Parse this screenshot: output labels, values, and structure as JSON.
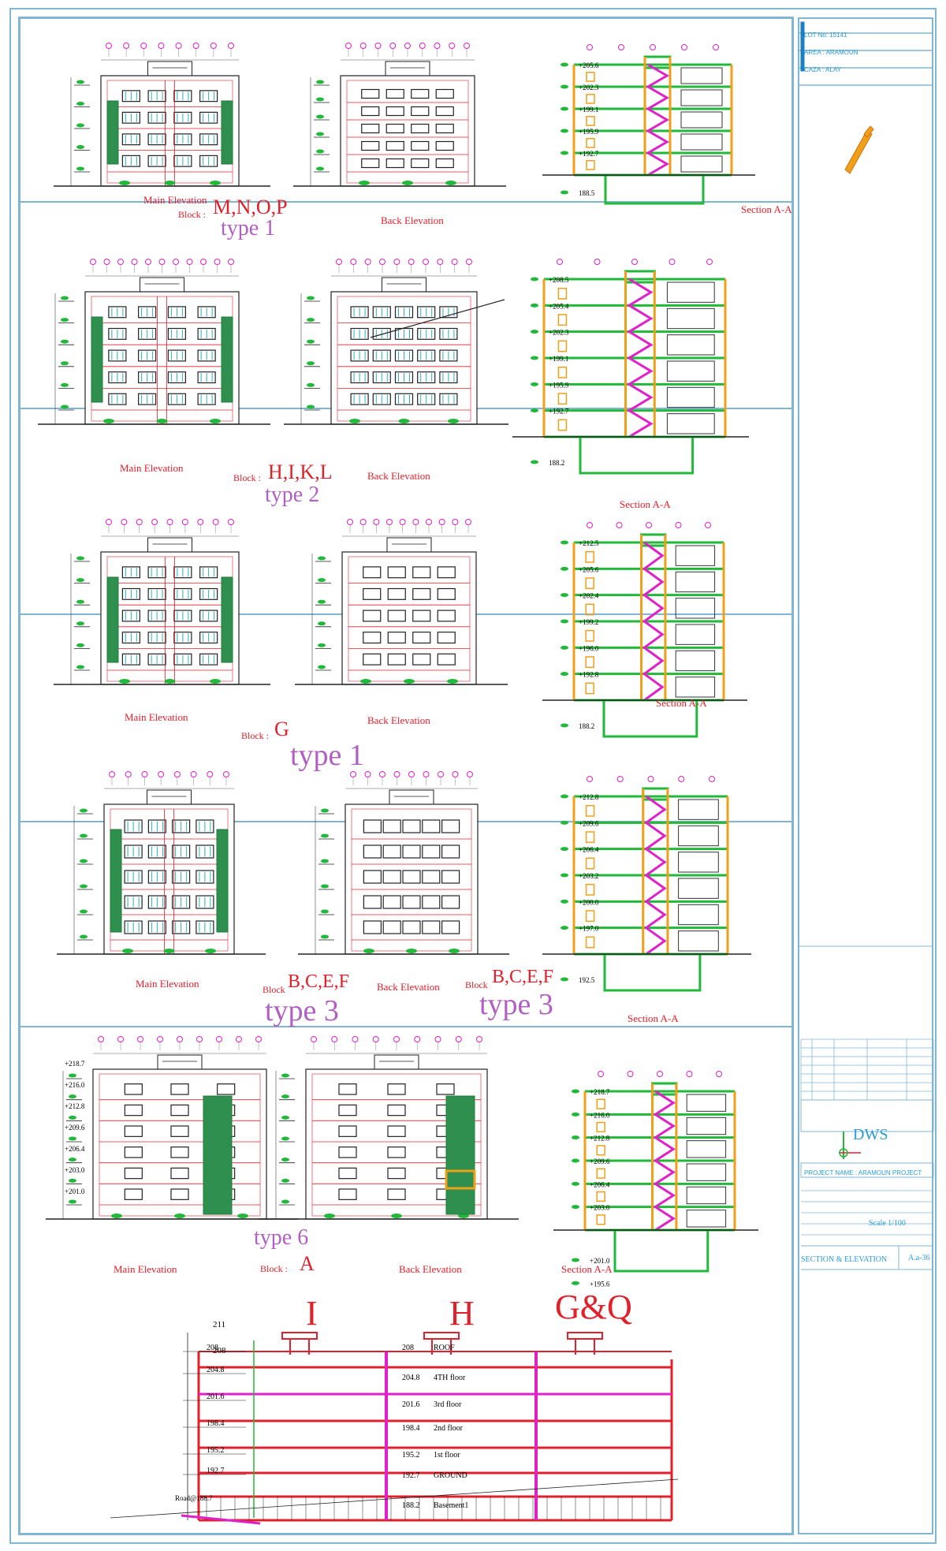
{
  "title_block": {
    "lot": "LOT No: 15141",
    "area": "AREA : ARAMOUN",
    "caza": "CAZA : ALAY",
    "logo": "DWS",
    "project_name": "PROJECT NAME : ARAMOUN PROJECT",
    "scale": "Scale 1/100",
    "drawing_title": "SECTION & ELEVATION",
    "drawing_number": "A.a-36"
  },
  "panels": [
    {
      "main_caption": "Main Elevation",
      "block_word": "Block :",
      "block_name": "M,N,O,P",
      "type_label": "type 1",
      "back_caption": "Back Elevation",
      "section_caption": "Section A-A",
      "levels": [
        "+205.6",
        "+202.3",
        "+199.1",
        "+195.9",
        "+192.7",
        "188.5"
      ]
    },
    {
      "main_caption": "Main Elevation",
      "block_word": "Block :",
      "block_name": "H,I,K,L",
      "type_label": "type 2",
      "back_caption": "Back Elevation",
      "section_caption": "Section A-A",
      "levels": [
        "+208.5",
        "+205.4",
        "+202.3",
        "+199.1",
        "+195.9",
        "+192.7",
        "188.2"
      ]
    },
    {
      "main_caption": "Main Elevation",
      "block_word": "Block :",
      "block_name": "G",
      "type_label": "type 1",
      "back_caption": "Back Elevation",
      "section_caption": "Section A-A",
      "levels": [
        "+212.5",
        "+205.6",
        "+202.4",
        "+199.2",
        "+196.0",
        "+192.8",
        "188.2"
      ]
    },
    {
      "main_caption": "Main Elevation",
      "block_word": "Block",
      "block_name": "B,C,E,F",
      "type_label": "type 3",
      "back_caption": "Back Elevation",
      "block_word_2": "Block",
      "block_name_2": "B,C,E,F",
      "type_label_2": "type 3",
      "section_caption": "Section A-A",
      "levels": [
        "+212.8",
        "+209.6",
        "+206.4",
        "+203.2",
        "+200.0",
        "+197.0",
        "192.5"
      ]
    },
    {
      "main_caption": "Main Elevation",
      "block_word": "Block :",
      "block_name": "A",
      "type_label": "type 6",
      "back_caption": "Back Elevation",
      "section_caption": "Section A-A",
      "levels": [
        "+218.7",
        "+216.0",
        "+212.8",
        "+209.6",
        "+206.4",
        "+203.0",
        "+201.0",
        "+195.6"
      ],
      "main_levels": [
        "+218.7",
        "+216.0",
        "+212.8",
        "+209.6",
        "+206.4",
        "+203.0",
        "+201.0"
      ]
    }
  ],
  "site_section": {
    "blocks": [
      "I",
      "H",
      "G&Q"
    ],
    "top_levels": [
      "211",
      "208"
    ],
    "floors": [
      {
        "level": "208",
        "name": "ROOF"
      },
      {
        "level": "204.8",
        "name": "4TH floor"
      },
      {
        "level": "201.6",
        "name": "3rd floor"
      },
      {
        "level": "198.4",
        "name": "2nd floor"
      },
      {
        "level": "195.2",
        "name": "1st floor"
      },
      {
        "level": "192.7",
        "name": "GROUND"
      },
      {
        "level": "188.2",
        "name": "Basement1"
      }
    ],
    "left_levels": [
      "208",
      "204.8",
      "201.6",
      "198.4",
      "195.2",
      "192.7"
    ],
    "road_label": "Road@188.7"
  },
  "colors": {
    "frame": "#7fb6d6",
    "red": "#e0202a",
    "magenta": "#e020c8",
    "green": "#22b83a",
    "orange": "#f0a018",
    "purple": "#b060c0",
    "teal": "#2ab0b8",
    "darkgreen": "#2f8f4e"
  }
}
